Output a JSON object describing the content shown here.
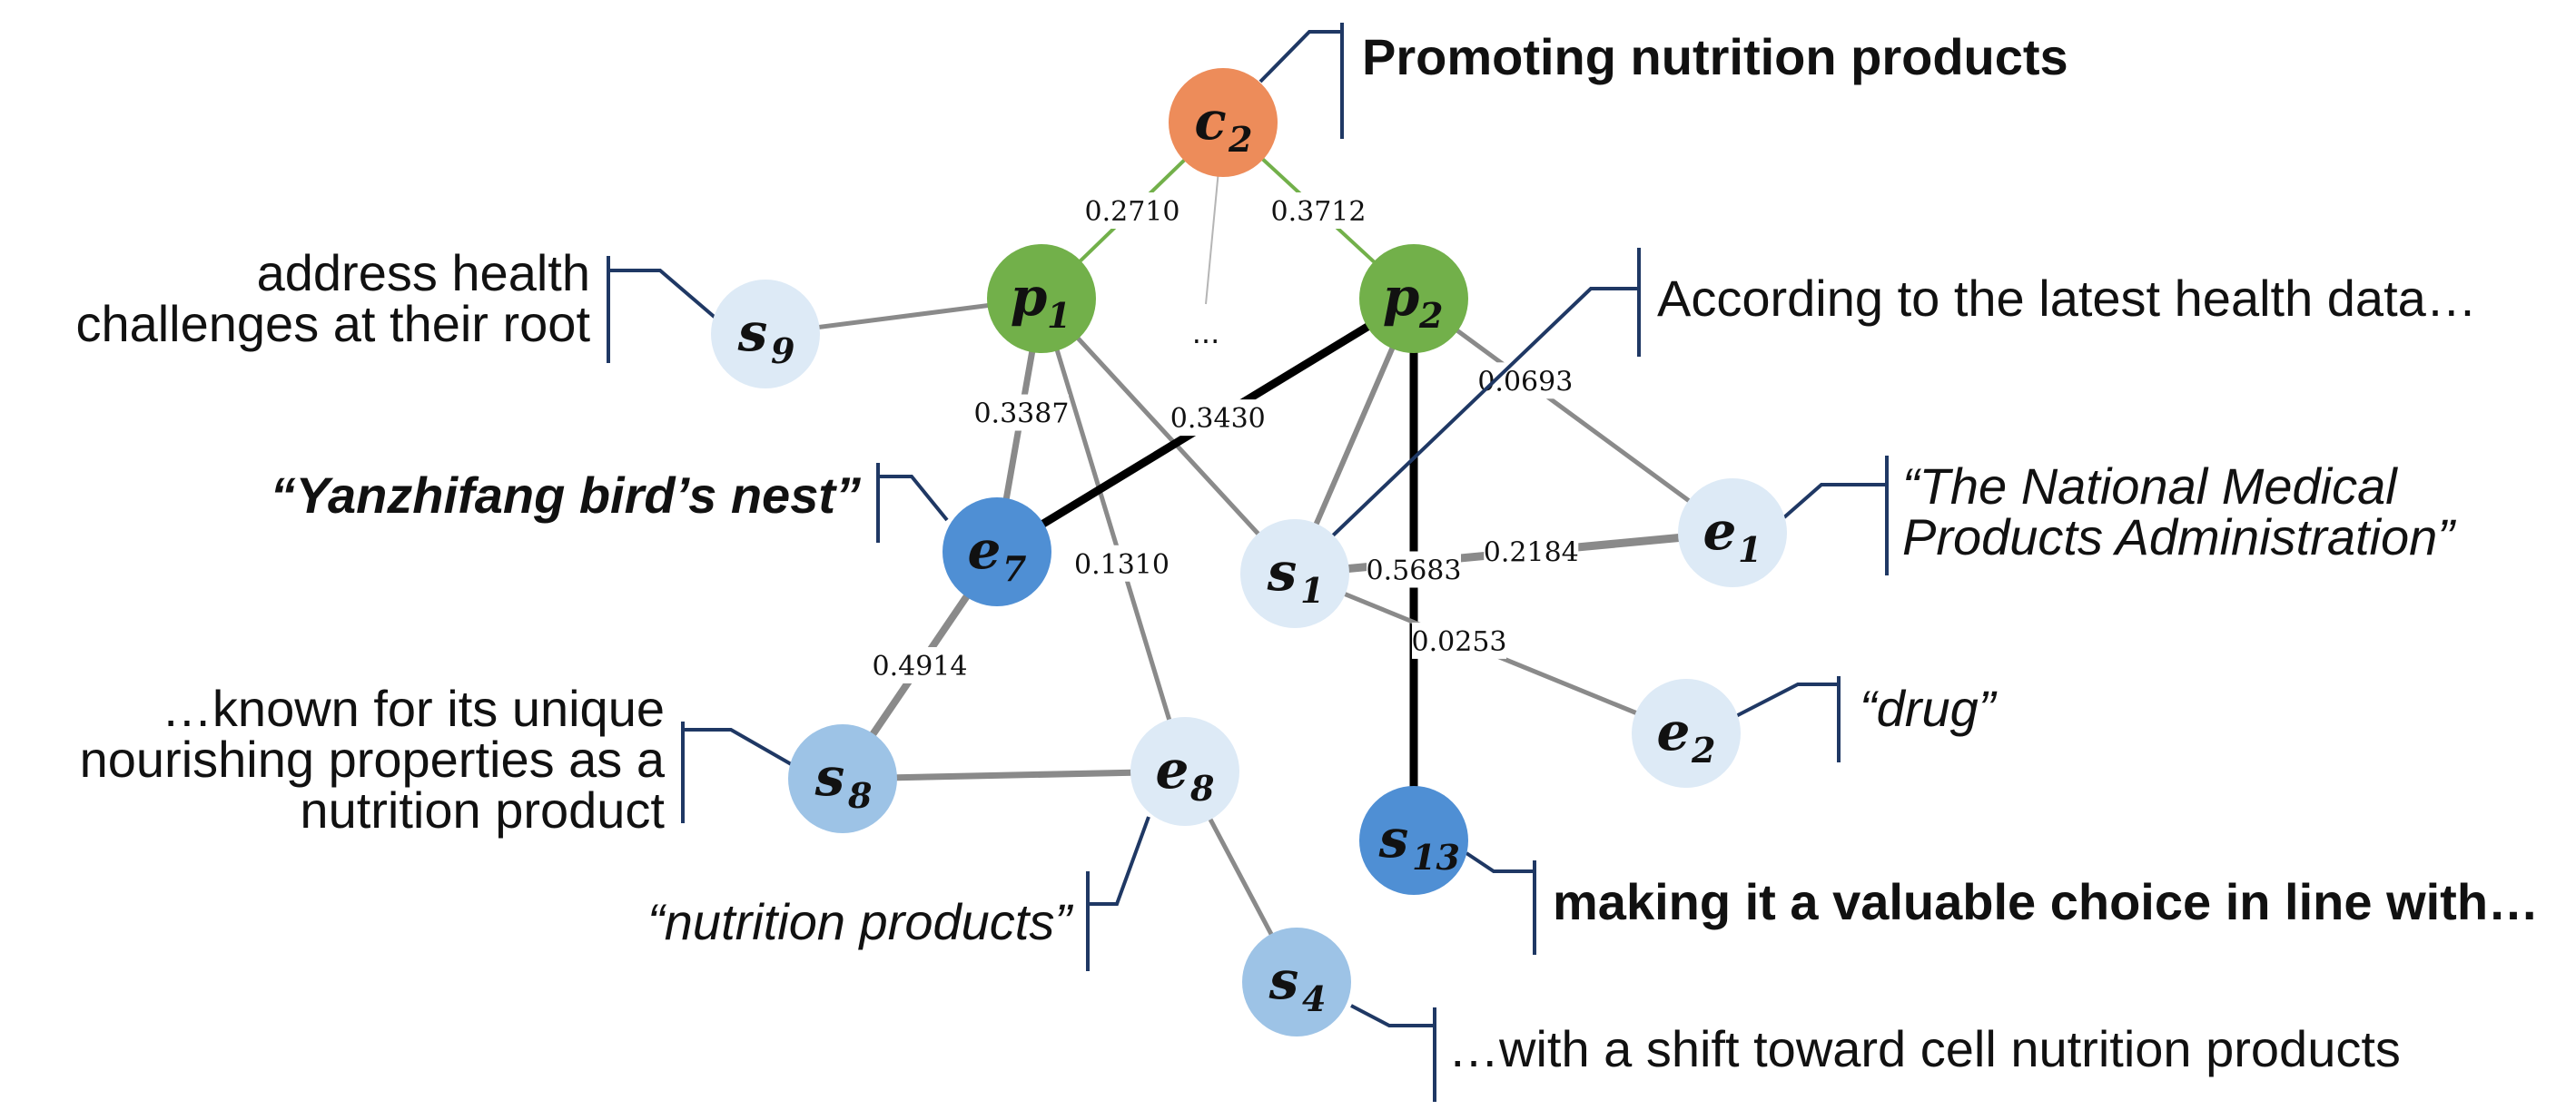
{
  "colors": {
    "orange": "#ED8C5A",
    "green": "#72B04A",
    "blue_dark": "#4F8FD4",
    "blue_mid": "#9DC3E6",
    "blue_light": "#DDEAF6",
    "bracket": "#1F3864",
    "edge_gray": "#8A8A8A",
    "edge_green": "#72B04A",
    "edge_black": "#000000"
  },
  "nodes": [
    {
      "id": "c2",
      "letter": "c",
      "sub": "2",
      "color": "orange"
    },
    {
      "id": "p1",
      "letter": "p",
      "sub": "1",
      "color": "green"
    },
    {
      "id": "p2",
      "letter": "p",
      "sub": "2",
      "color": "green"
    },
    {
      "id": "s9",
      "letter": "s",
      "sub": "9",
      "color": "blue_light"
    },
    {
      "id": "e7",
      "letter": "e",
      "sub": "7",
      "color": "blue_dark"
    },
    {
      "id": "s1",
      "letter": "s",
      "sub": "1",
      "color": "blue_light"
    },
    {
      "id": "e1",
      "letter": "e",
      "sub": "1",
      "color": "blue_light"
    },
    {
      "id": "e2",
      "letter": "e",
      "sub": "2",
      "color": "blue_light"
    },
    {
      "id": "s8",
      "letter": "s",
      "sub": "8",
      "color": "blue_mid"
    },
    {
      "id": "e8",
      "letter": "e",
      "sub": "8",
      "color": "blue_light"
    },
    {
      "id": "s13",
      "letter": "s",
      "sub": "13",
      "color": "blue_dark"
    },
    {
      "id": "s4",
      "letter": "s",
      "sub": "4",
      "color": "blue_mid"
    }
  ],
  "edges": [
    {
      "from": "c2",
      "to": "p1",
      "weight": "0.2710",
      "style": "green"
    },
    {
      "from": "c2",
      "to": "p2",
      "weight": "0.3712",
      "style": "green"
    },
    {
      "from": "c2",
      "to": "ellipsis",
      "weight": "",
      "style": "thin"
    },
    {
      "from": "p1",
      "to": "s9",
      "weight": "",
      "style": "gray"
    },
    {
      "from": "p1",
      "to": "e7",
      "weight": "0.3387",
      "style": "gray"
    },
    {
      "from": "p1",
      "to": "e8",
      "weight": "0.1310",
      "style": "gray"
    },
    {
      "from": "p1",
      "to": "s1",
      "weight": "",
      "style": "gray"
    },
    {
      "from": "p2",
      "to": "e7",
      "weight": "0.3430",
      "style": "black"
    },
    {
      "from": "p2",
      "to": "s1",
      "weight": "",
      "style": "gray"
    },
    {
      "from": "p2",
      "to": "e1",
      "weight": "0.0693",
      "style": "gray"
    },
    {
      "from": "p2",
      "to": "s13",
      "weight": "0.5683",
      "style": "black"
    },
    {
      "from": "s1",
      "to": "e1",
      "weight": "0.2184",
      "style": "gray"
    },
    {
      "from": "s1",
      "to": "e2",
      "weight": "0.0253",
      "style": "gray"
    },
    {
      "from": "e7",
      "to": "s8",
      "weight": "0.4914",
      "style": "gray"
    },
    {
      "from": "s8",
      "to": "e8",
      "weight": "",
      "style": "gray"
    },
    {
      "from": "e8",
      "to": "s4",
      "weight": "",
      "style": "gray"
    }
  ],
  "ellipsis": "...",
  "annotations": [
    {
      "node": "c2",
      "lines": [
        "Promoting nutrition products"
      ],
      "bold": true,
      "italic": false
    },
    {
      "node": "s9",
      "lines": [
        "address health",
        "challenges at their root"
      ],
      "bold": false,
      "italic": false
    },
    {
      "node": "s1",
      "lines": [
        "According to the latest health data…"
      ],
      "bold": false,
      "italic": false
    },
    {
      "node": "e7",
      "lines": [
        "“Yanzhifang bird’s nest”"
      ],
      "bold": true,
      "italic": true
    },
    {
      "node": "e1",
      "lines": [
        "“The National Medical",
        "Products Administration”"
      ],
      "bold": false,
      "italic": true
    },
    {
      "node": "e2",
      "lines": [
        "“drug”"
      ],
      "bold": false,
      "italic": true
    },
    {
      "node": "s8",
      "lines": [
        "…known for its unique",
        "nourishing properties as a",
        "nutrition product"
      ],
      "bold": false,
      "italic": false
    },
    {
      "node": "e8",
      "lines": [
        "“nutrition products”"
      ],
      "bold": false,
      "italic": true
    },
    {
      "node": "s13",
      "lines": [
        "making it a valuable choice in line with…"
      ],
      "bold": true,
      "italic": false
    },
    {
      "node": "s4",
      "lines": [
        "…with a shift toward cell nutrition products"
      ],
      "bold": false,
      "italic": false
    }
  ]
}
